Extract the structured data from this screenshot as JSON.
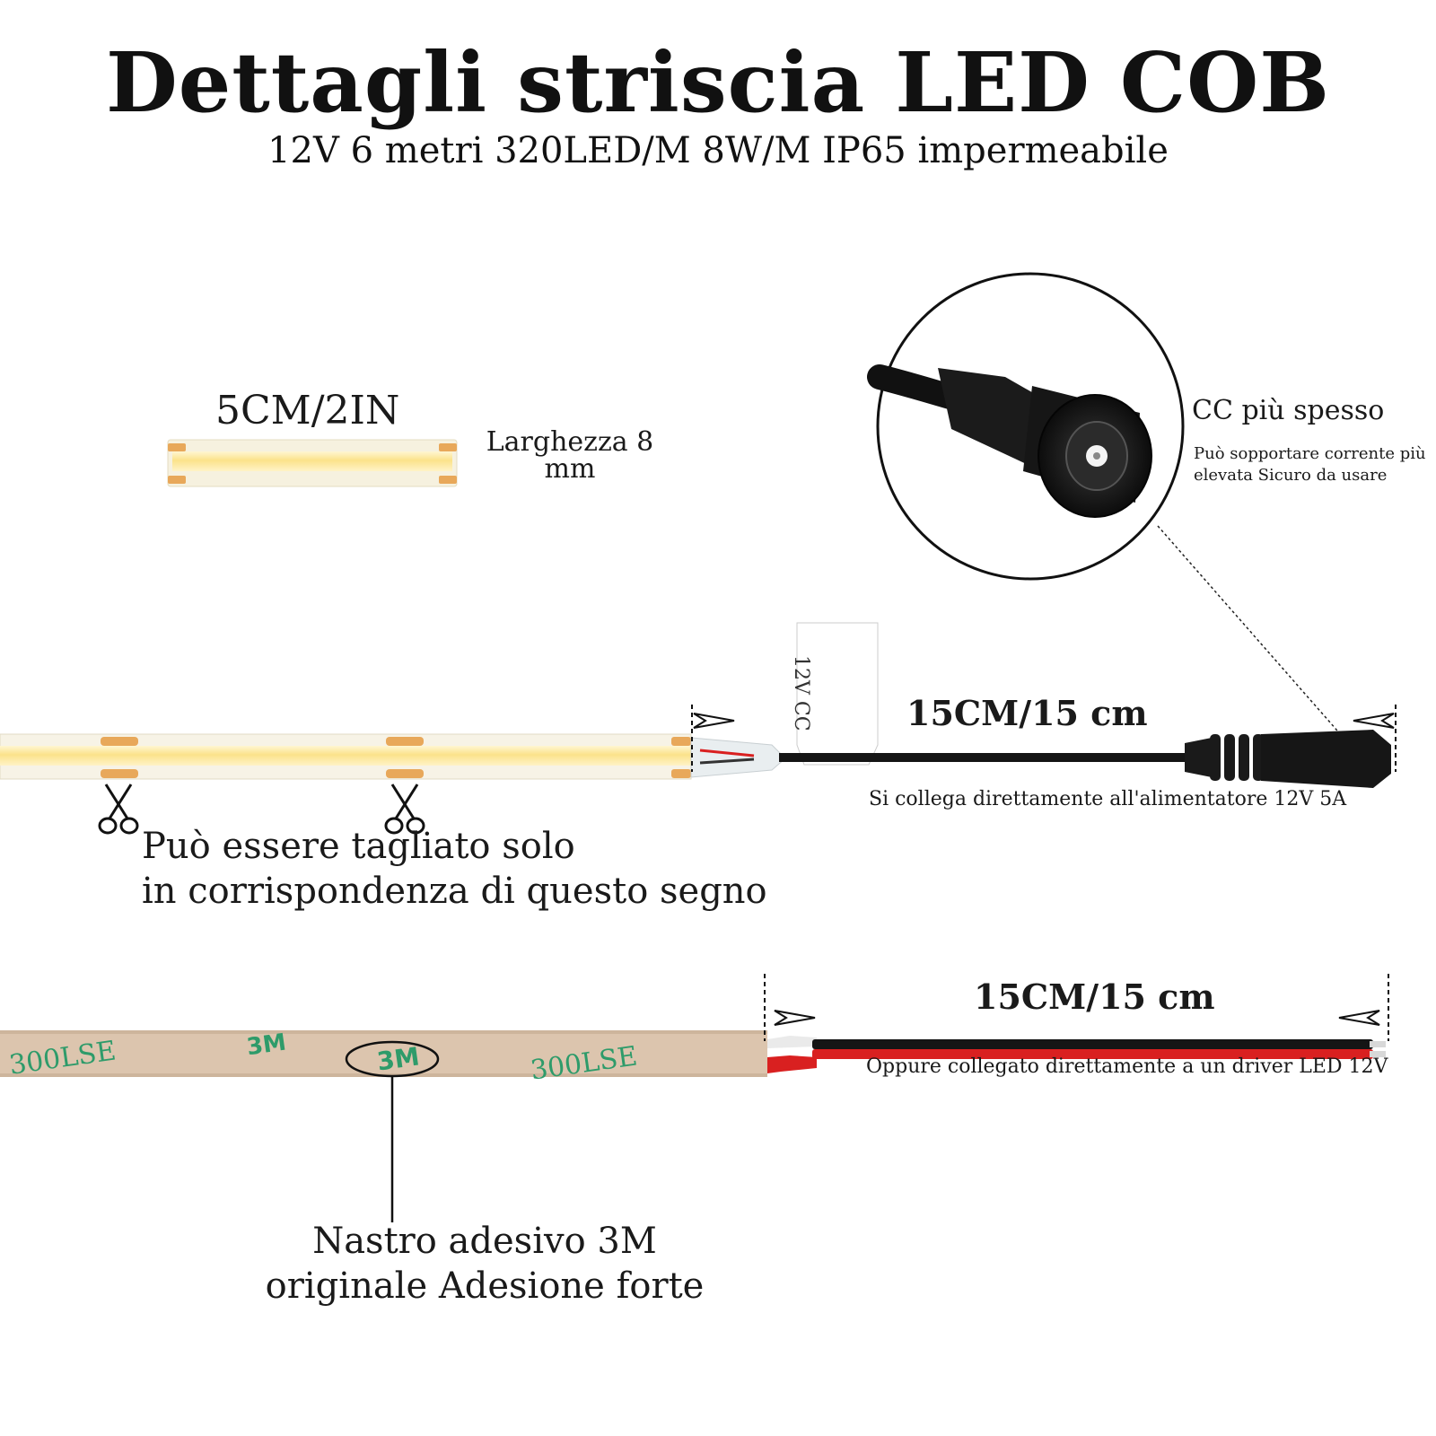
{
  "header": {
    "title": "Dettagli striscia LED COB",
    "subtitle": "12V 6 metri 320LED/M 8W/M IP65 impermeabile"
  },
  "segment": {
    "length_label": "5CM/2IN",
    "width_label": "Larghezza 8 mm"
  },
  "connector": {
    "title": "CC più spesso",
    "description": "Può sopportare corrente più elevata Sicuro da usare",
    "tag_text": "12V CC"
  },
  "dc_cable": {
    "length_label": "15CM/15 cm",
    "note": "Si collega direttamente all'alimentatore 12V 5A"
  },
  "cut": {
    "note_line1": "Può essere tagliato solo",
    "note_line2": "in corrispondenza di questo segno"
  },
  "wire_cable": {
    "length_label": "15CM/15 cm",
    "note": "Oppure collegato direttamente a un driver LED 12V"
  },
  "tape": {
    "note_line1": "Nastro adesivo 3M",
    "note_line2": "originale Adesione forte",
    "print_brand": "3M",
    "print_code": "300LSE"
  },
  "icons": [
    "scissors-icon",
    "dc-jack-icon"
  ],
  "colors": {
    "led_yellow": "#fbe9a0",
    "copper_pad": "#e8a85a",
    "tape_beige": "#dcc5ae",
    "brand_green": "#2e9b6a",
    "wire_red": "#d92020",
    "cable_black": "#151515"
  }
}
